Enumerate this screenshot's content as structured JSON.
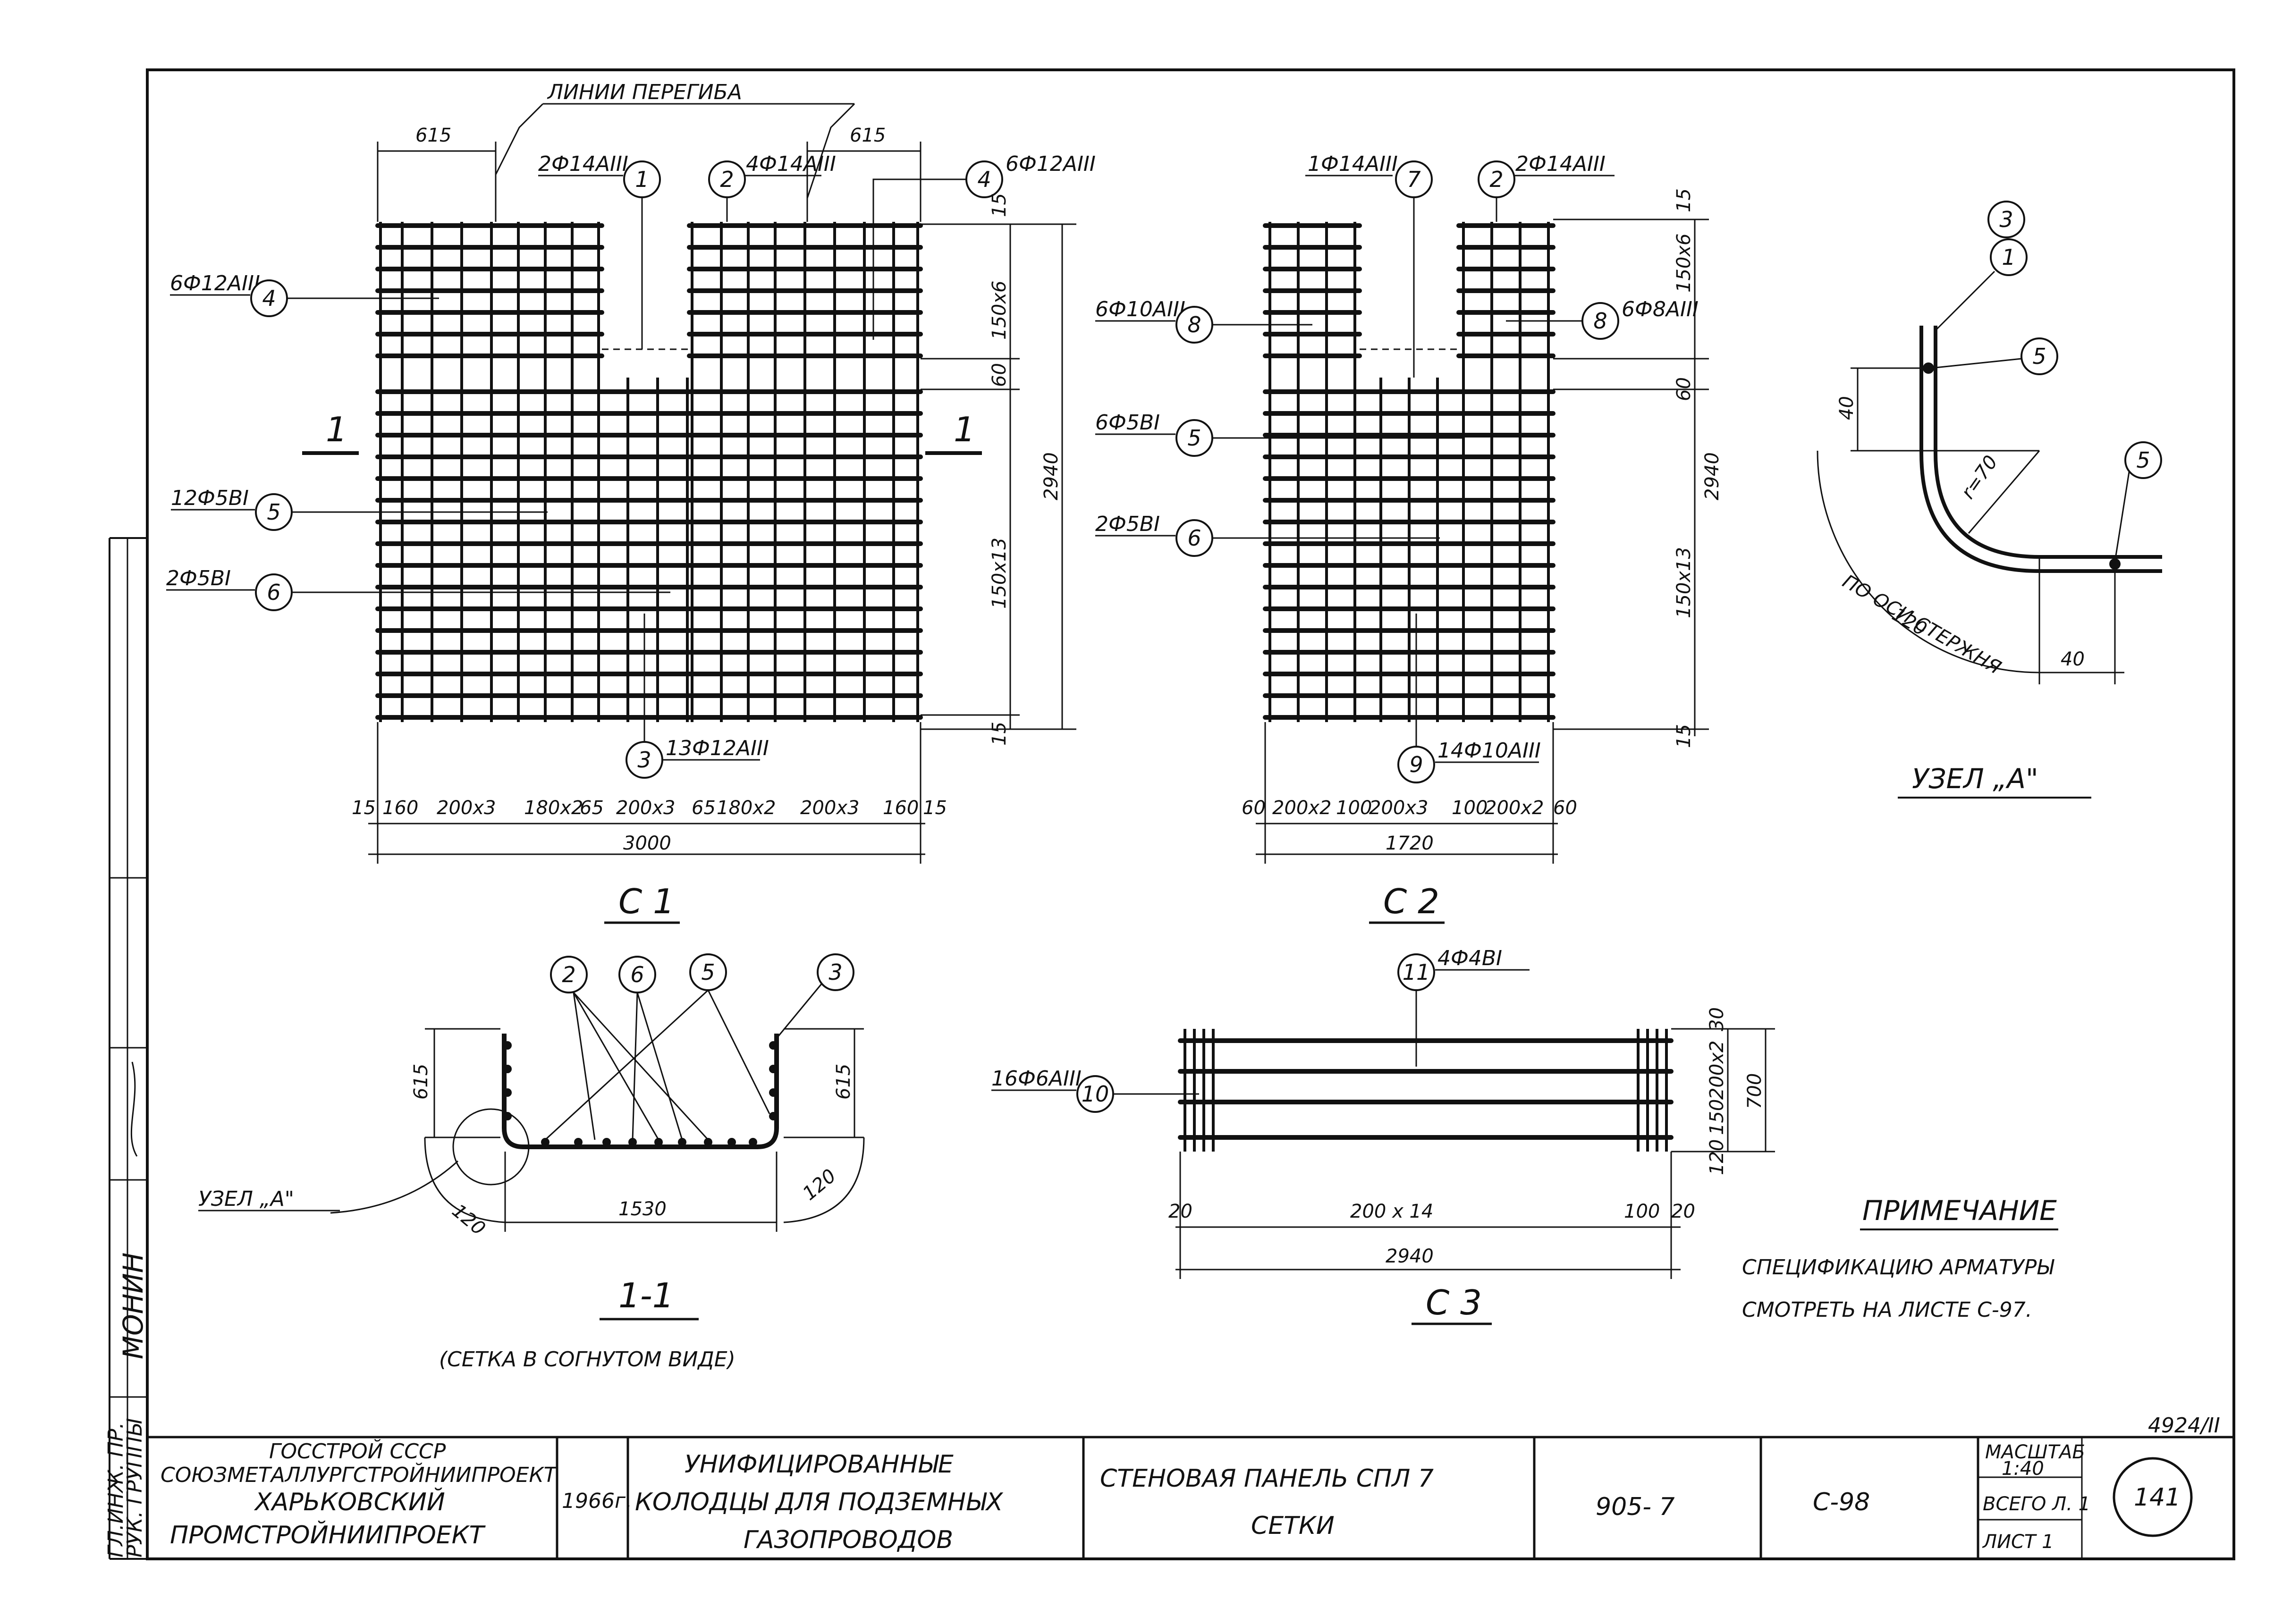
{
  "mesh_c1": {
    "title": "С 1",
    "bend_lines_label": "ЛИНИИ ПЕРЕГИБА",
    "labels": {
      "l1": "2Ф14АIII",
      "l2": "4Ф14АIII",
      "l4r": "6Ф12АIII",
      "l4l": "6Ф12АIII",
      "l5": "12Ф5ВI",
      "l6": "2Ф5ВI",
      "l3": "13Ф12АIII"
    },
    "marks": {
      "m1": "1",
      "m2": "2",
      "m3": "3",
      "m4l": "4",
      "m4r": "4",
      "m5": "5",
      "m6": "6"
    },
    "section_marks": [
      "1",
      "1"
    ],
    "dims": {
      "top_left": "615",
      "top_right": "615",
      "right_15a": "15",
      "right_150x6": "150х6",
      "right_60": "60",
      "right_2940": "2940",
      "right_150x13": "150х13",
      "right_15b": "15",
      "b1": "15",
      "b2": "160",
      "b3": "200х3",
      "b4": "180х2",
      "b5": "65",
      "b6": "200х3",
      "b7": "65",
      "b8": "180х2",
      "b9": "200х3",
      "b10": "160",
      "b11": "15",
      "total": "3000"
    }
  },
  "mesh_c2": {
    "title": "С 2",
    "labels": {
      "l7": "1Ф14АIII",
      "l2": "2Ф14АIII",
      "l8l": "6Ф10АIII",
      "l8r": "6Ф8АIII",
      "l5": "6Ф5ВI",
      "l6": "2Ф5ВI",
      "l9": "14Ф10АIII"
    },
    "marks": {
      "m7": "7",
      "m2": "2",
      "m8l": "8",
      "m8r": "8",
      "m5": "5",
      "m6": "6",
      "m9": "9"
    },
    "dims": {
      "right_15a": "15",
      "right_150x6": "150х6",
      "right_60": "60",
      "right_2940": "2940",
      "right_150x13": "150х13",
      "right_15b": "15",
      "b1": "60",
      "b2": "200х2",
      "b3": "100",
      "b4": "200х3",
      "b5": "100",
      "b6": "200х2",
      "b7": "60",
      "total": "1720"
    }
  },
  "node_a": {
    "title": "УЗЕЛ „А\"",
    "marks": {
      "m3": "3",
      "m1": "1",
      "m5a": "5",
      "m5b": "5"
    },
    "dims": {
      "d40a": "40",
      "radius": "r=70",
      "d120": "120",
      "d40b": "40"
    },
    "axis_label": "ПО ОСИ СТЕРЖНЯ"
  },
  "section_11": {
    "title": "1-1",
    "subtitle": "(СЕТКА В СОГНУТОМ ВИДЕ)",
    "node_label": "УЗЕЛ „А\"",
    "marks": {
      "m2": "2",
      "m6": "6",
      "m5": "5",
      "m3": "3"
    },
    "dims": {
      "left615": "615",
      "right615": "615",
      "r120a": "120",
      "r120b": "120",
      "bottom": "1530"
    }
  },
  "mesh_c3": {
    "title": "С 3",
    "labels": {
      "l11": "4Ф4ВI",
      "l10": "16Ф6АIII"
    },
    "marks": {
      "m11": "11",
      "m10": "10"
    },
    "dims": {
      "r30": "30",
      "r200x2": "200х2",
      "r150": "150",
      "r120": "120",
      "r700": "700",
      "b20a": "20",
      "b200x14": "200 х 14",
      "b100": "100",
      "b20b": "20",
      "total": "2940"
    }
  },
  "note": {
    "title": "ПРИМЕЧАНИЕ",
    "line1": "СПЕЦИФИКАЦИЮ АРМАТУРЫ",
    "line2": "СМОТРЕТЬ НА ЛИСТЕ С-97."
  },
  "sheet_code": "4924/II",
  "title_block": {
    "org1": "ГОССТРОЙ СССР",
    "org2": "СОЮЗМЕТАЛЛУРГСТРОЙНИИПРОЕКТ",
    "org3": "ХАРЬКОВСКИЙ",
    "org4": "ПРОМСТРОЙНИИПРОЕКТ",
    "year": "1966г.",
    "project1": "УНИФИЦИРОВАННЫЕ",
    "project2": "КОЛОДЦЫ ДЛЯ ПОДЗЕМНЫХ",
    "project3": "ГАЗОПРОВОДОВ",
    "subject1": "СТЕНОВАЯ ПАНЕЛЬ СПЛ 7",
    "subject2": "СЕТКИ",
    "series": "905- 7",
    "sheet": "С-98",
    "scale_label": "МАСШТАБ",
    "scale": "1:40",
    "total_sheets": "ВСЕГО Л. 1",
    "sheet_no": "ЛИСТ 1",
    "page": "141"
  },
  "margin_stamp": {
    "row1": "ГЛ.ИНЖ. ПР.",
    "row2": "РУК. ГРУППЫ",
    "name": "МОНИН"
  }
}
